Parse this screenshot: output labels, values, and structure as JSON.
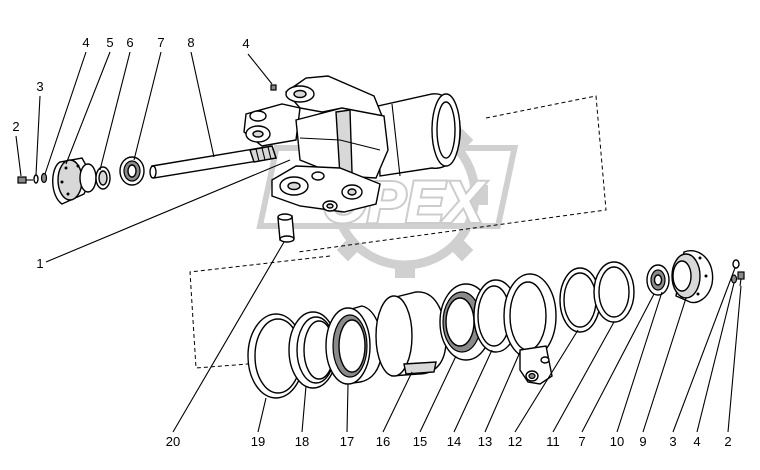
{
  "diagram": {
    "watermark_text": "OPEX",
    "callouts": {
      "top": [
        "2",
        "3",
        "4",
        "5",
        "6",
        "7",
        "8",
        "4",
        "1"
      ],
      "bottom": [
        "20",
        "19",
        "18",
        "17",
        "16",
        "15",
        "14",
        "13",
        "12",
        "11",
        "7",
        "10",
        "9",
        "3",
        "4",
        "2"
      ]
    }
  }
}
